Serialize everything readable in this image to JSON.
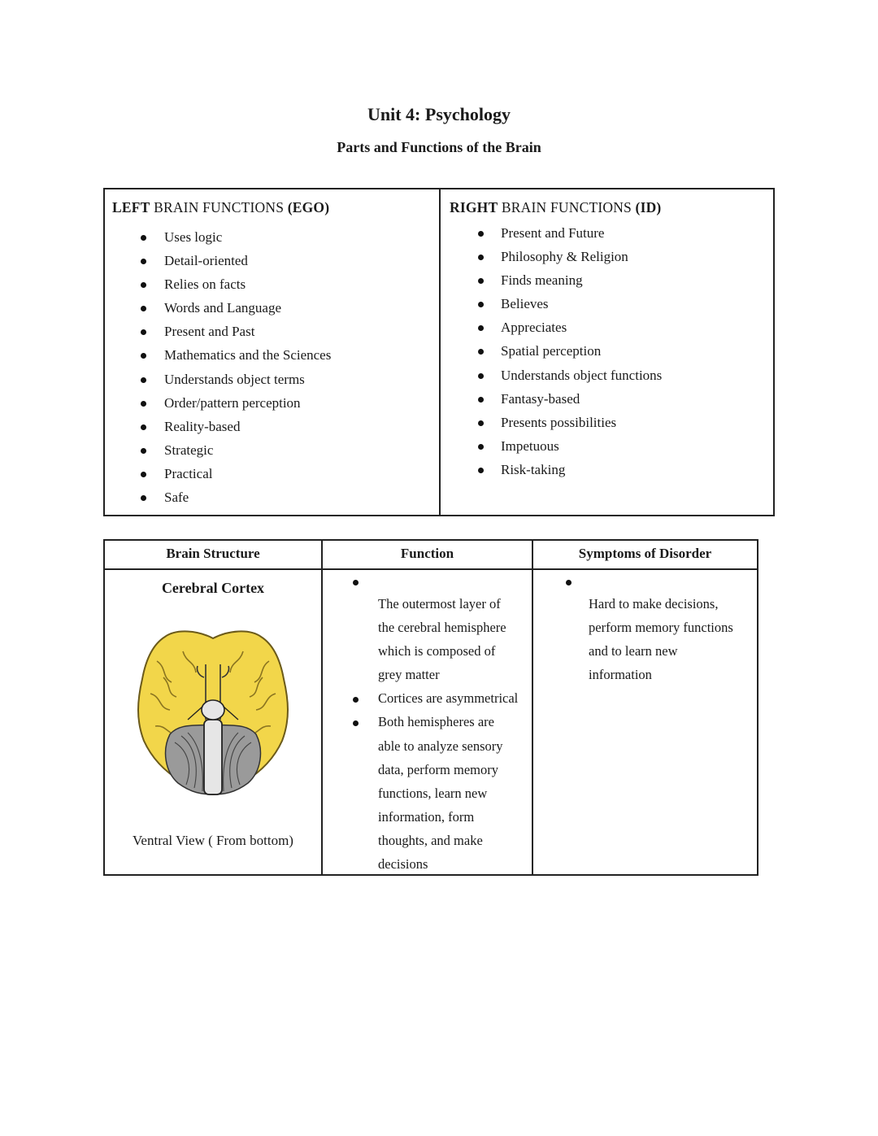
{
  "header": {
    "title": "Unit 4: Psychology",
    "subtitle": "Parts and Functions of the Brain"
  },
  "left_brain": {
    "heading_bold_1": "LEFT",
    "heading_text": " BRAIN FUNCTIONS ",
    "heading_bold_2": "(EGO)",
    "items": [
      "Uses logic",
      "Detail-oriented",
      "Relies on facts",
      "Words and Language",
      "Present and Past",
      "Mathematics  and the Sciences",
      "Understands object terms",
      "Order/pattern perception",
      "Reality-based",
      "Strategic",
      "Practical",
      "Safe"
    ]
  },
  "right_brain": {
    "heading_bold_1": "RIGHT",
    "heading_text": " BRAIN FUNCTIONS ",
    "heading_bold_2": "(ID)",
    "items": [
      "Present and Future",
      "Philosophy & Religion",
      "Finds meaning",
      "Believes",
      "Appreciates",
      "Spatial perception",
      "Understands object functions",
      "Fantasy-based",
      "Presents possibilities",
      "Impetuous",
      "Risk-taking"
    ]
  },
  "table": {
    "headers": [
      "Brain Structure",
      "Function",
      "Symptoms of Disorder"
    ],
    "structure": "Cerebral Cortex",
    "image_caption": "Ventral View ( From bottom)",
    "function_lines": [
      "The outermost layer of",
      "the cerebral hemisphere",
      "which is composed of",
      "grey matter",
      "Cortices are asymmetrical",
      "Both hemispheres are",
      "able to analyze sensory",
      "data, perform memory",
      "functions, learn new",
      "information, form",
      "thoughts, and make",
      "decisions"
    ],
    "symptom_lines": [
      "Hard to make decisions,",
      "perform memory functions",
      "and to learn new",
      "information"
    ]
  },
  "colors": {
    "brain_yellow": "#f2d64a",
    "cerebellum_gray": "#9a9a9a"
  }
}
